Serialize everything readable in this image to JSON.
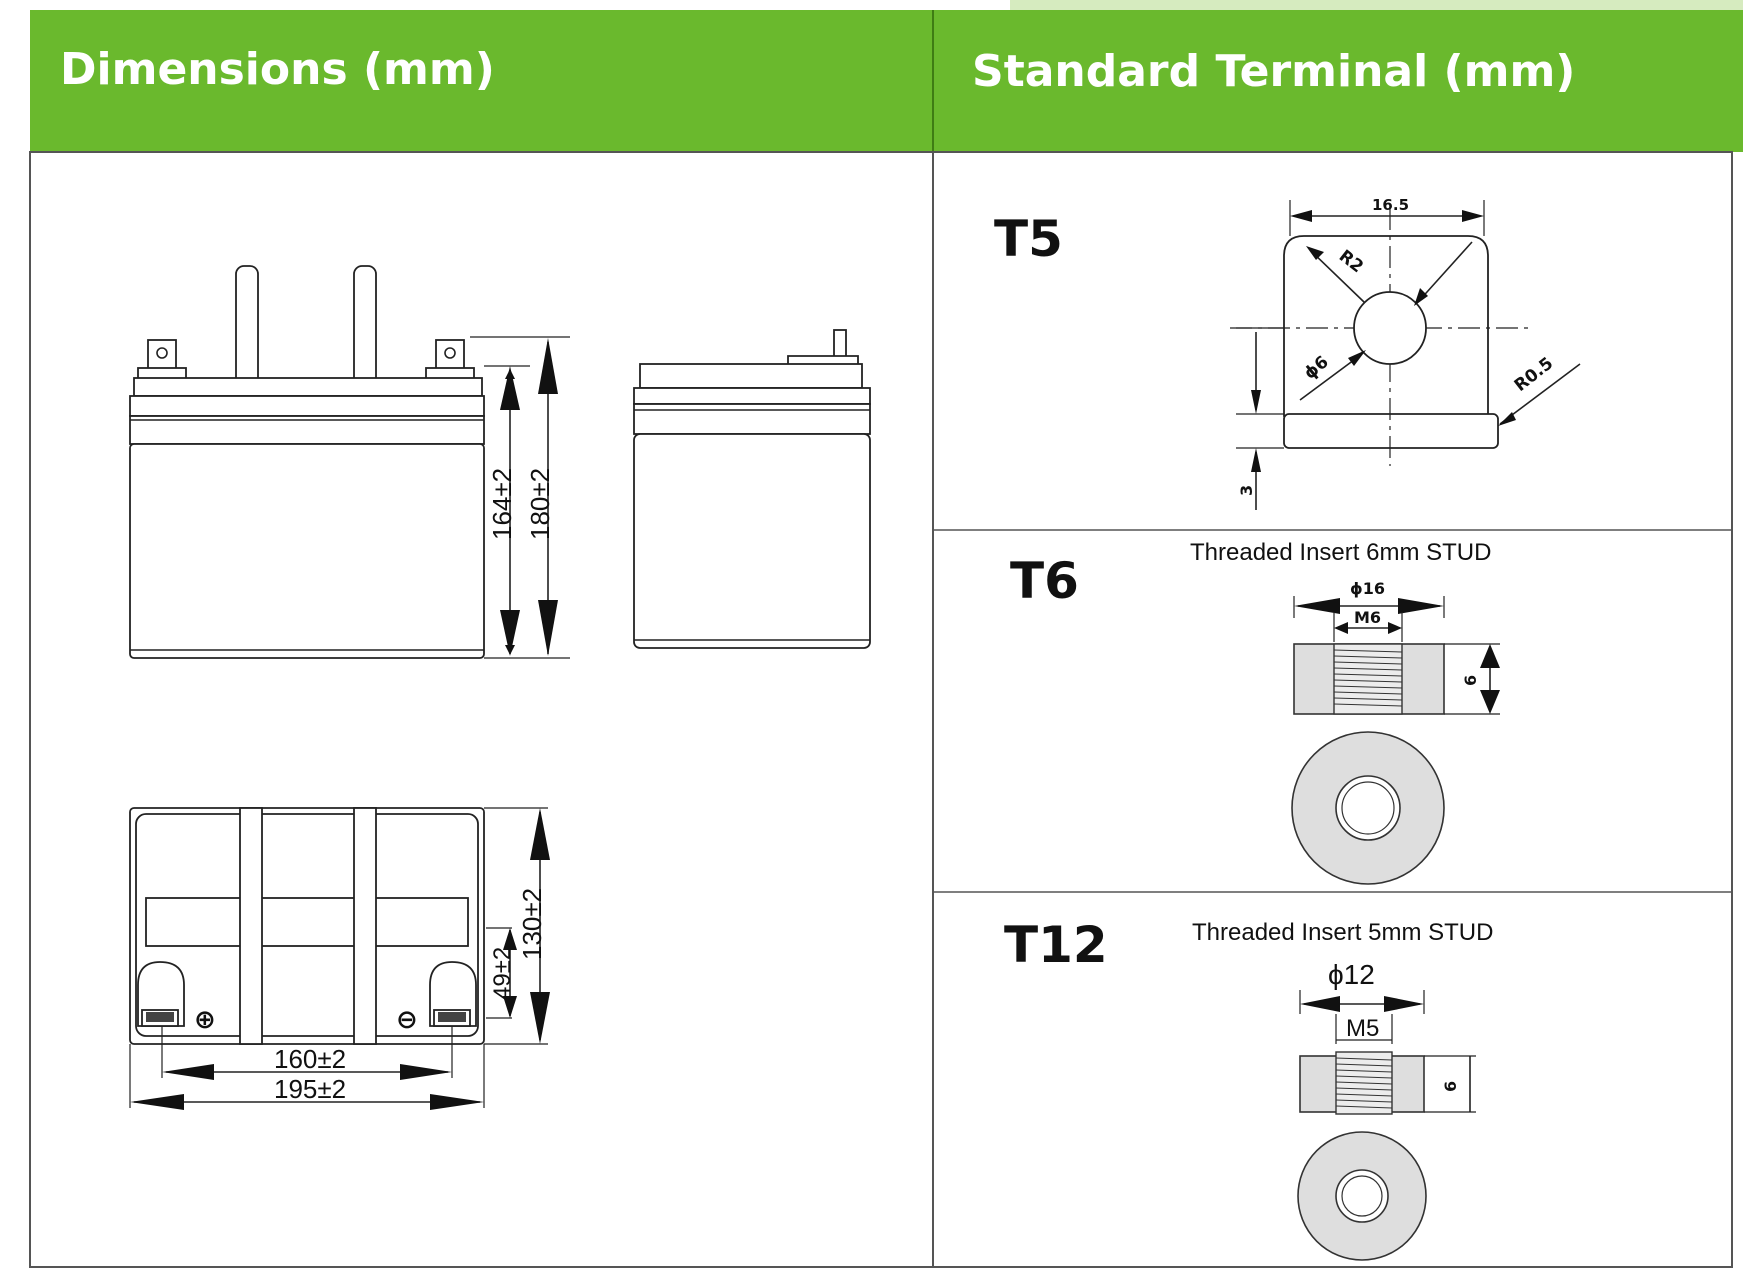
{
  "header": {
    "left_title": "Dimensions (mm)",
    "right_title": "Standard Terminal (mm)",
    "background_color": "#6ab92d",
    "text_color": "#ffffff"
  },
  "dimensions": {
    "height_to_cover": "164±2",
    "total_height": "180±2",
    "width": "130±2",
    "terminal_offset": "49±2",
    "terminal_spacing": "160±2",
    "length": "195±2",
    "positive_symbol": "⊕",
    "negative_symbol": "⊖"
  },
  "terminals": [
    {
      "code": "T5",
      "dims": {
        "width": "16.5",
        "radius": "R2",
        "hole": "ϕ6",
        "edge_radius": "R0.5",
        "thickness": "3"
      }
    },
    {
      "code": "T6",
      "caption": "Threaded Insert 6mm STUD",
      "dims": {
        "outer": "ϕ16",
        "thread": "M6",
        "height": "6"
      }
    },
    {
      "code": "T12",
      "caption": "Threaded Insert 5mm STUD",
      "dims": {
        "outer": "ϕ12",
        "thread": "M5",
        "height": "6"
      }
    }
  ],
  "colors": {
    "line": "#222222",
    "terminal_fill": "#dedede",
    "border": "#555555"
  }
}
